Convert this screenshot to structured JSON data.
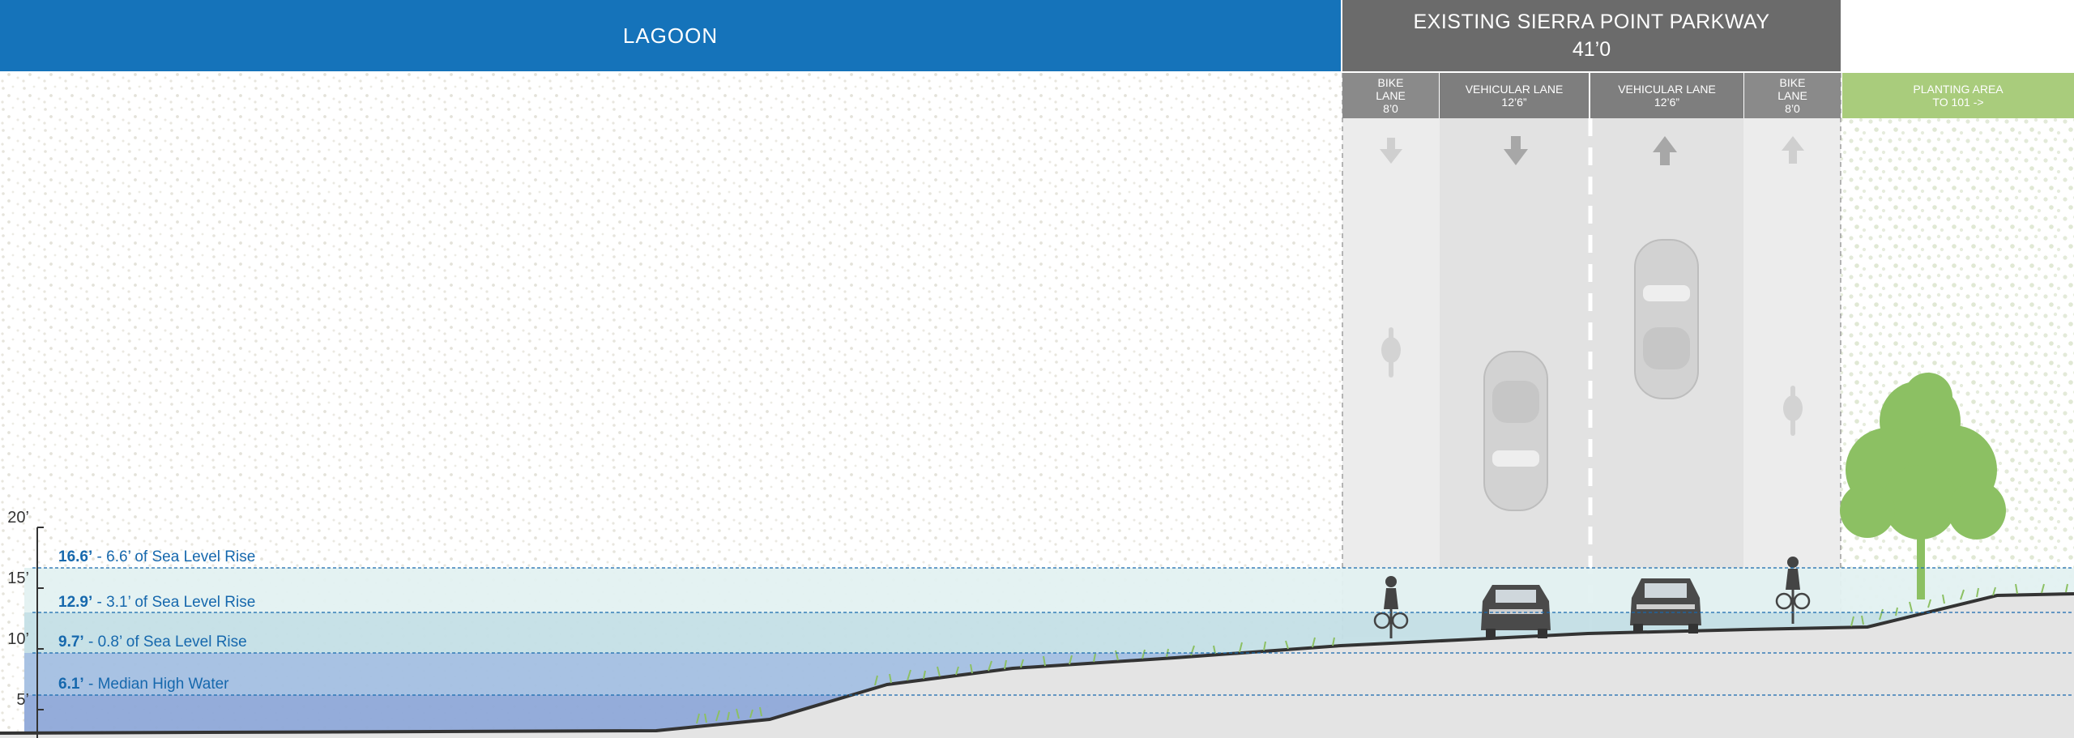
{
  "headers": {
    "lagoon": "LAGOON",
    "parkway_title": "EXISTING SIERRA POINT PARKWAY",
    "parkway_width": "41’0"
  },
  "lanes": [
    {
      "line1": "BIKE",
      "line2": "LANE",
      "line3": "8’0"
    },
    {
      "line1": "VEHICULAR LANE",
      "line2": "12’6”",
      "line3": ""
    },
    {
      "line1": "VEHICULAR LANE",
      "line2": "12’6”",
      "line3": ""
    },
    {
      "line1": "BIKE",
      "line2": "LANE",
      "line3": "8’0"
    }
  ],
  "planting": {
    "line1": "PLANTING AREA",
    "line2": "TO 101 ->"
  },
  "axis": {
    "ticks": [
      "20’",
      "15’",
      "10’",
      "5’"
    ]
  },
  "water_levels": [
    {
      "elev": "16.6’",
      "desc": " - 6.6’ of Sea Level Rise"
    },
    {
      "elev": "12.9’",
      "desc": " - 3.1’ of Sea Level Rise"
    },
    {
      "elev": "9.7’",
      "desc": " - 0.8’ of Sea Level Rise"
    },
    {
      "elev": "6.1’",
      "desc": " - Median High Water"
    }
  ],
  "colors": {
    "lagoon_blue": "#1573ba",
    "parkway_gray": "#6b6b6b",
    "lane_gray": "#8a8a8a",
    "planting_green": "#a9cc7c",
    "water_text": "#1668ad"
  },
  "icons": [
    "arrow-down-icon",
    "arrow-up-icon",
    "car-icon",
    "bicycle-icon",
    "tree-icon"
  ]
}
